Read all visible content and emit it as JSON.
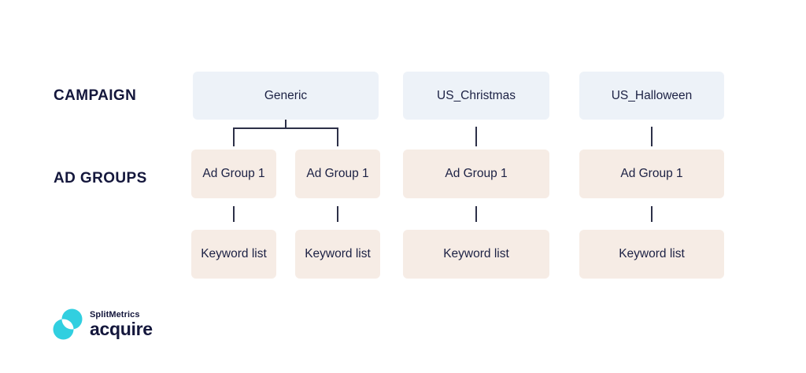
{
  "labels": {
    "campaign_row": "CAMPAIGN",
    "ad_groups_row": "AD GROUPS"
  },
  "diagram": {
    "campaigns": [
      {
        "name": "Generic",
        "ad_groups": [
          {
            "name": "Ad Group 1",
            "keyword_list": "Keyword list"
          },
          {
            "name": "Ad Group 1",
            "keyword_list": "Keyword list"
          }
        ]
      },
      {
        "name": "US_Christmas",
        "ad_groups": [
          {
            "name": "Ad Group 1",
            "keyword_list": "Keyword list"
          }
        ]
      },
      {
        "name": "US_Halloween",
        "ad_groups": [
          {
            "name": "Ad Group 1",
            "keyword_list": "Keyword list"
          }
        ]
      }
    ]
  },
  "logo": {
    "brand": "SplitMetrics",
    "product": "acquire",
    "icon": "overlapping-circles"
  },
  "colors": {
    "campaign_box": "#edf2f8",
    "warm_box": "#f6ece5",
    "text_navy": "#1c2144",
    "label_navy": "#14173c",
    "connector": "#2d3048",
    "logo_cyan": "#31cfe0"
  }
}
